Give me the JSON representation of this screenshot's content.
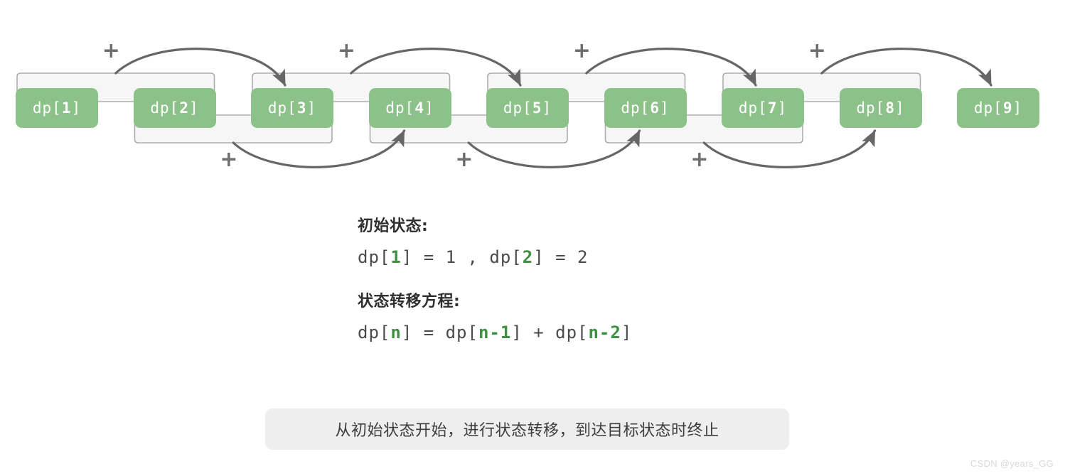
{
  "diagram": {
    "title_semantic": "dp-array-transition-diagram",
    "colors": {
      "cell_fill": "#8cc28a",
      "cell_text": "#ffffff",
      "bracket_fill": "#f6f6f6",
      "bracket_stroke": "#adadad",
      "arrow_stroke": "#666666",
      "plus_color": "#6e6e6e",
      "formula_highlight": "#3e9142",
      "caption_bg": "#eeeeee"
    },
    "cells": [
      {
        "prefix": "dp[",
        "index": "1",
        "suffix": "]",
        "label": "dp[1]"
      },
      {
        "prefix": "dp[",
        "index": "2",
        "suffix": "]",
        "label": "dp[2]"
      },
      {
        "prefix": "dp[",
        "index": "3",
        "suffix": "]",
        "label": "dp[3]"
      },
      {
        "prefix": "dp[",
        "index": "4",
        "suffix": "]",
        "label": "dp[4]"
      },
      {
        "prefix": "dp[",
        "index": "5",
        "suffix": "]",
        "label": "dp[5]"
      },
      {
        "prefix": "dp[",
        "index": "6",
        "suffix": "]",
        "label": "dp[6]"
      },
      {
        "prefix": "dp[",
        "index": "7",
        "suffix": "]",
        "label": "dp[7]"
      },
      {
        "prefix": "dp[",
        "index": "8",
        "suffix": "]",
        "label": "dp[8]"
      },
      {
        "prefix": "dp[",
        "index": "9",
        "suffix": "]",
        "label": "dp[9]"
      }
    ],
    "plus_labels": [
      "+",
      "+",
      "+",
      "+",
      "+",
      "+",
      "+",
      "+"
    ],
    "transitions_top": [
      {
        "from": "dp[1]+dp[2]",
        "to": "dp[3]"
      },
      {
        "from": "dp[3]+dp[4]",
        "to": "dp[5]"
      },
      {
        "from": "dp[5]+dp[6]",
        "to": "dp[7]"
      },
      {
        "from": "dp[7]+dp[8]",
        "to": "dp[9]"
      }
    ],
    "transitions_bottom": [
      {
        "from": "dp[2]+dp[3]",
        "to": "dp[4]"
      },
      {
        "from": "dp[4]+dp[5]",
        "to": "dp[6]"
      },
      {
        "from": "dp[6]+dp[7]",
        "to": "dp[8]"
      }
    ]
  },
  "explain": {
    "initial_heading": "初始状态:",
    "initial_formula": [
      {
        "t": "dp[",
        "hl": false
      },
      {
        "t": "1",
        "hl": true
      },
      {
        "t": "] = 1 , dp[",
        "hl": false
      },
      {
        "t": "2",
        "hl": true
      },
      {
        "t": "] = 2",
        "hl": false
      }
    ],
    "initial_formula_plain": "dp[1] = 1 , dp[2] = 2",
    "transition_heading": "状态转移方程:",
    "transition_formula": [
      {
        "t": "dp[",
        "hl": false
      },
      {
        "t": "n",
        "hl": true
      },
      {
        "t": "] = dp[",
        "hl": false
      },
      {
        "t": "n-1",
        "hl": true
      },
      {
        "t": "] + dp[",
        "hl": false
      },
      {
        "t": "n-2",
        "hl": true
      },
      {
        "t": "]",
        "hl": false
      }
    ],
    "transition_formula_plain": "dp[n] = dp[n-1] + dp[n-2]"
  },
  "caption": {
    "text": "从初始状态开始，进行状态转移，到达目标状态时终止"
  },
  "watermark": {
    "text": "CSDN @years_GG"
  }
}
